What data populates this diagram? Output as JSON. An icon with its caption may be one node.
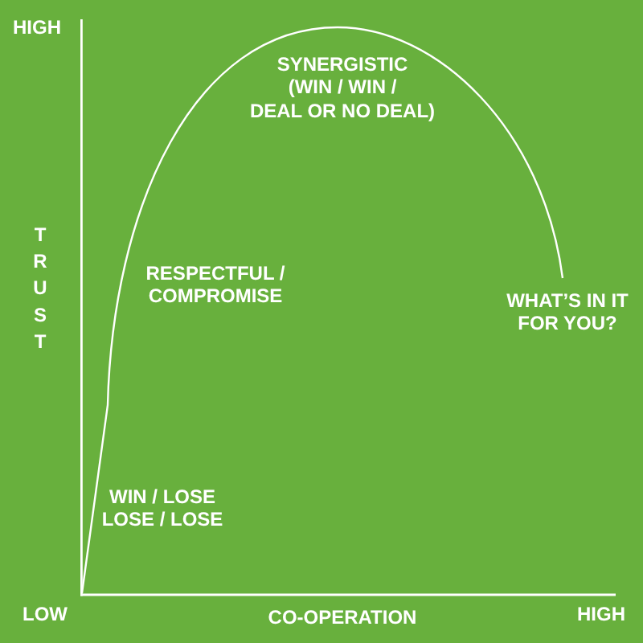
{
  "diagram": {
    "labels": [
      "HIGH",
      "SYNERGISTIC (WIN / WIN / DEAL OR NO DEAL)",
      "TRUST",
      "RESPECTFUL / COMPROMISE",
      "WHAT’S IN IT FOR YOU?",
      "WIN / LOSE",
      "LOSE / LOSE",
      "LOW",
      "CO-OPERATION",
      "HIGH"
    ]
  }
}
